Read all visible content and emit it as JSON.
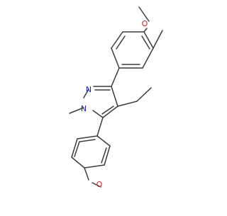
{
  "molecule": {
    "atom_labels": {
      "o_top": "O",
      "o_bottom": "O",
      "n_ring_top": "N",
      "n_ring_methyl": "N"
    },
    "colors": {
      "bond": "#3c3c3c",
      "oxygen": "#e02020",
      "nitrogen": "#2020e0",
      "background": "#ffffff"
    }
  }
}
